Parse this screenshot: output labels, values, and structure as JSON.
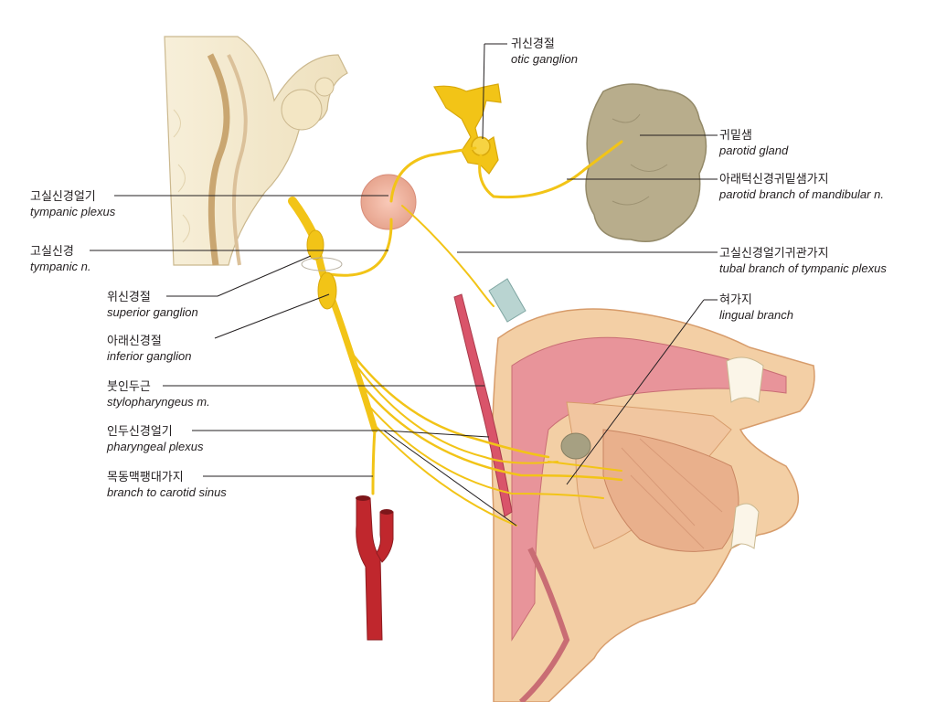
{
  "labels": {
    "otic_ganglion": {
      "ko": "귀신경절",
      "en": "otic ganglion"
    },
    "parotid_gland": {
      "ko": "귀밑샘",
      "en": "parotid gland"
    },
    "parotid_branch": {
      "ko": "아래턱신경귀밑샘가지",
      "en": "parotid branch of mandibular n."
    },
    "tympanic_plexus": {
      "ko": "고실신경얼기",
      "en": "tympanic plexus"
    },
    "tympanic_n": {
      "ko": "고실신경",
      "en": "tympanic n."
    },
    "tubal_branch": {
      "ko": "고실신경얼기귀관가지",
      "en": "tubal branch of tympanic plexus"
    },
    "superior_ganglion": {
      "ko": "위신경절",
      "en": "superior ganglion"
    },
    "lingual_branch": {
      "ko": "혀가지",
      "en": "lingual branch"
    },
    "inferior_ganglion": {
      "ko": "아래신경절",
      "en": "inferior ganglion"
    },
    "stylopharyngeus": {
      "ko": "붓인두근",
      "en": "stylopharyngeus m."
    },
    "pharyngeal_plexus": {
      "ko": "인두신경얼기",
      "en": "pharyngeal plexus"
    },
    "carotid_sinus_branch": {
      "ko": "목동맥팽대가지",
      "en": "branch to carotid sinus"
    }
  },
  "colors": {
    "nerve": "#f2c417",
    "nerve_edge": "#d9a90c",
    "bone": "#f4ead2",
    "gland": "#b8ad8c",
    "muscle": "#d9546a",
    "artery": "#c0272d",
    "mucosa": "#e8949a",
    "leader": "#231f20"
  }
}
